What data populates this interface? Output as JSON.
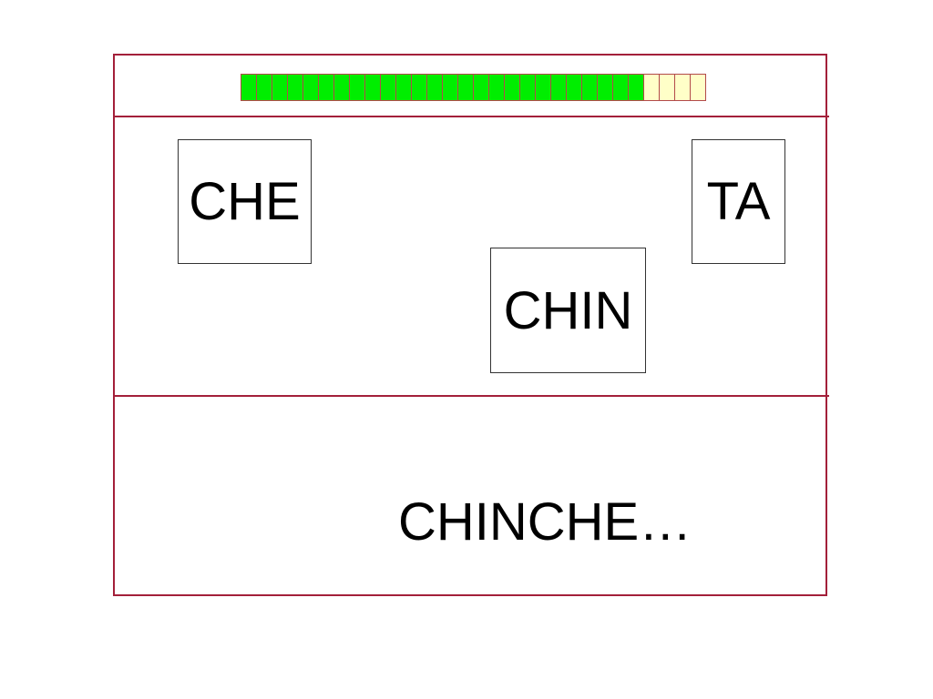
{
  "colors": {
    "frame": "#a3203a",
    "progress_filled": "#00ee00",
    "progress_empty": "#ffffc8"
  },
  "progress": {
    "filled": 26,
    "total": 30
  },
  "syllables": [
    {
      "label": "CHE"
    },
    {
      "label": "TA"
    },
    {
      "label": "CHIN"
    }
  ],
  "answer": {
    "text": "CHINCHE…"
  }
}
